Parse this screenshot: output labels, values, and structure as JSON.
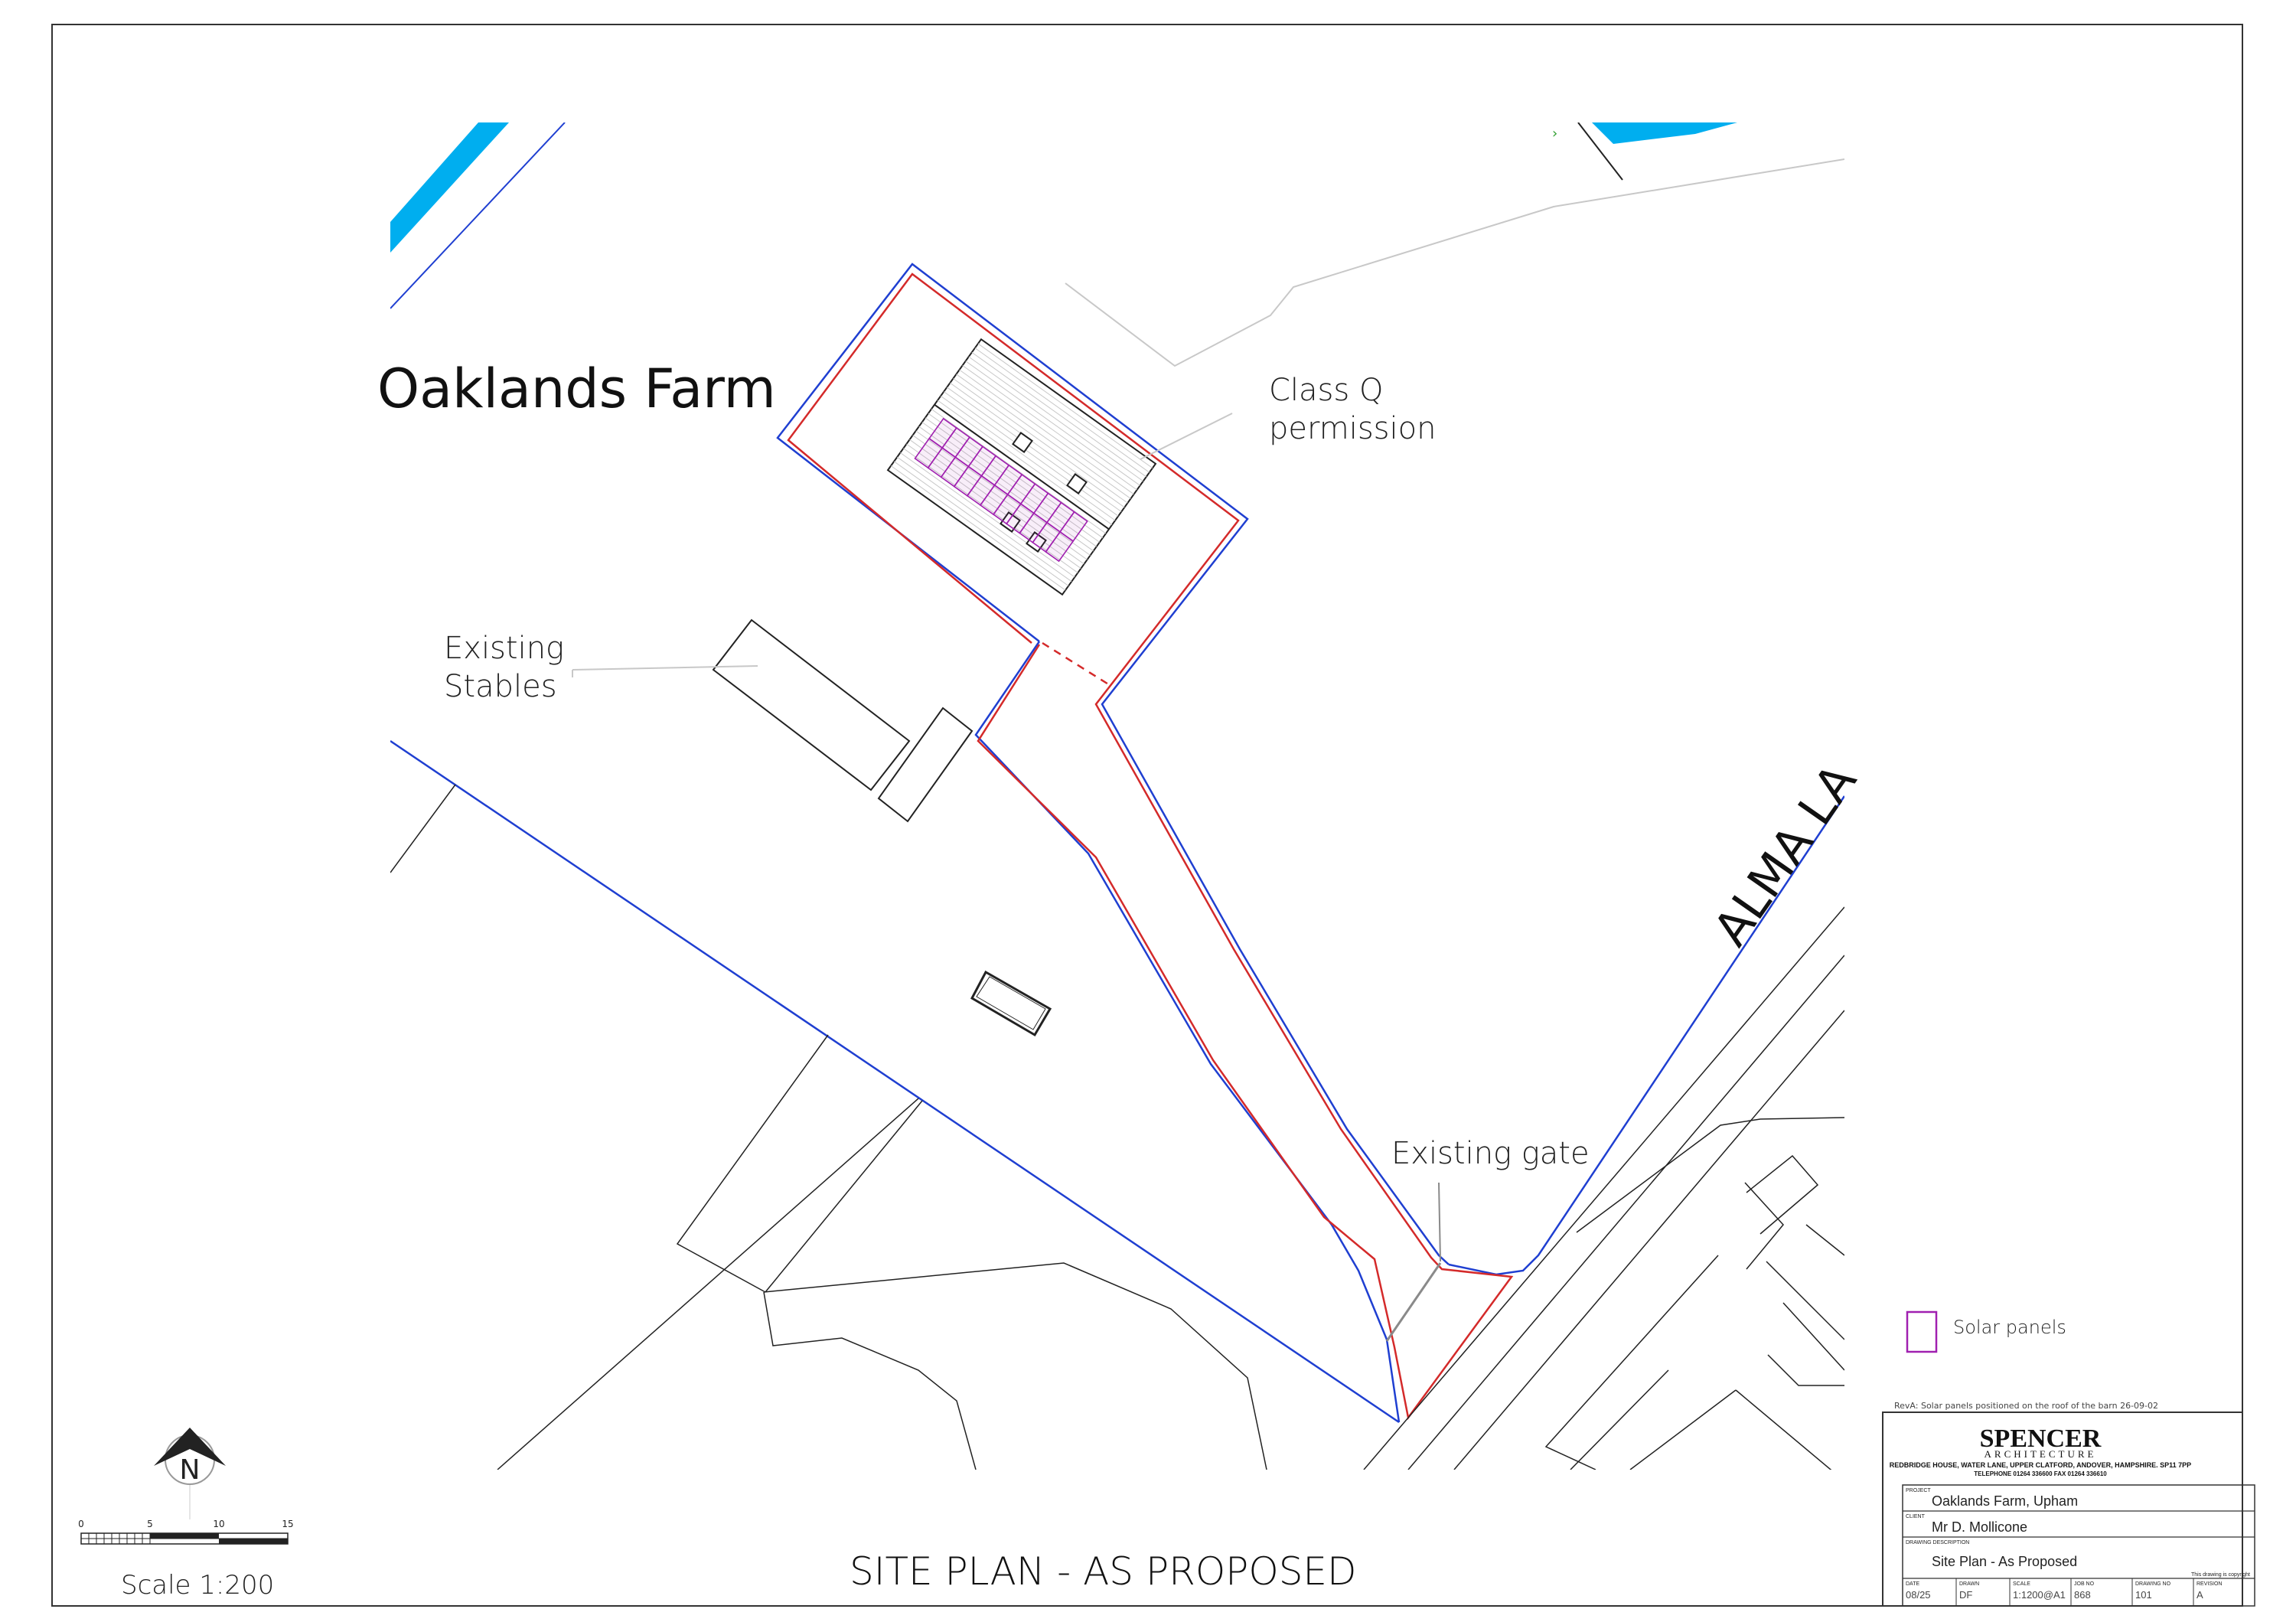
{
  "map_labels": {
    "farm_name": "Oaklands Farm",
    "road_name": "ALMA LA",
    "class_q_line1": "Class Q",
    "class_q_line2": "permission",
    "stables_line1": "Existing",
    "stables_line2": "Stables",
    "gate": "Existing gate"
  },
  "legend": {
    "solar_label": "Solar panels"
  },
  "drawing_title": "SITE PLAN - AS  PROPOSED",
  "scale": {
    "text": "Scale 1:200",
    "ticks": [
      "0",
      "5",
      "10",
      "15"
    ],
    "north_letter": "N"
  },
  "revision_note": "RevA: Solar panels positioned on the roof of the barn 26-09-02",
  "title_block": {
    "firm_name": "SPENCER",
    "firm_sub": "ARCHITECTURE",
    "address": "REDBRIDGE HOUSE, WATER LANE, UPPER CLATFORD, ANDOVER, HAMPSHIRE. SP11 7PP",
    "phone": "TELEPHONE 01264 336600   FAX 01264 336610",
    "project_label": "PROJECT",
    "project_value": "Oaklands Farm, Upham",
    "client_label": "CLIENT",
    "client_value": "Mr D. Mollicone",
    "desc_label": "DRAWING DESCRIPTION",
    "desc_value": "Site Plan - As Proposed",
    "copyright": "This drawing is copyright",
    "fields": [
      {
        "label": "DATE",
        "value": "08/25"
      },
      {
        "label": "DRAWN",
        "value": "DF"
      },
      {
        "label": "SCALE",
        "value": "1:1200@A1"
      },
      {
        "label": "JOB NO",
        "value": "868"
      },
      {
        "label": "DRAWING NO",
        "value": "101"
      },
      {
        "label": "REVISION",
        "value": "A"
      }
    ]
  },
  "colors": {
    "ownership_blue": "#1f3fd1",
    "site_red": "#d42a2a",
    "water_cyan": "#00aeef",
    "solar_purple": "#a020b0",
    "linework": "#222222",
    "grey_line": "#c8c8c8"
  }
}
